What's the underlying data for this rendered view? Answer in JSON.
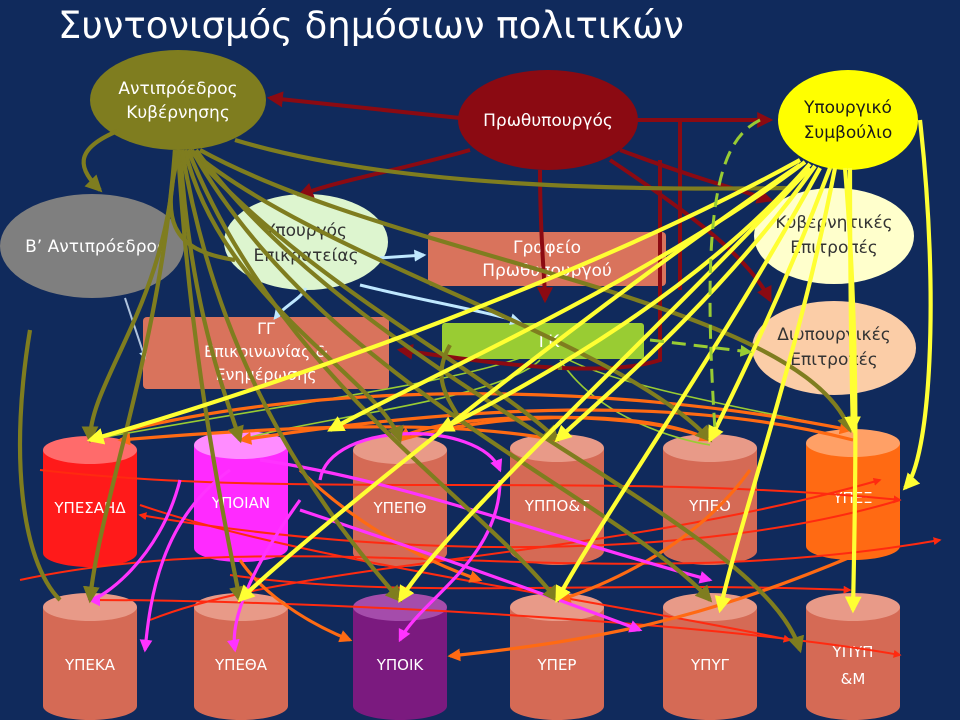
{
  "title": "Συντονισμός δημόσιων πολιτικών",
  "nodes": {
    "vice_pm": [
      "Αντιπρόεδρος",
      "Κυβέρνησης"
    ],
    "pm": [
      "Πρωθυπουργός"
    ],
    "cabinet": [
      "Υπουργικό",
      "Συμβούλιο"
    ],
    "b_vice": [
      "Β’ Αντιπρόεδρος"
    ],
    "min_state": [
      "Υπουργός",
      "Επικρατείας"
    ],
    "pm_office": [
      "Γραφείο",
      "Πρωθυπουργού"
    ],
    "gov_committees": [
      "Κυβερνητικές",
      "Επιτροπές"
    ],
    "gg": [
      "ΓΓ",
      "Επικοινωνίας &",
      "Ενημέρωσης"
    ],
    "gk": [
      "ΓΚ"
    ],
    "inter_committees": [
      "Διυπουργικές",
      "Επιτροπές"
    ]
  },
  "ministries_top": [
    {
      "label": "ΥΠΕΣΑΗΔ"
    },
    {
      "label": "ΥΠΟΙΑΝ"
    },
    {
      "label": "ΥΠΕΠΘ"
    },
    {
      "label": "ΥΠΠΟ&Τ"
    },
    {
      "label": "ΥΠΕΟ"
    },
    {
      "label": "ΥΠΕΞ"
    }
  ],
  "ministries_bottom": [
    {
      "label": "ΥΠΕΚΑ"
    },
    {
      "label": "ΥΠΕΘΑ"
    },
    {
      "label": "ΥΠΟΙΚ"
    },
    {
      "label": "ΥΠΕΡ"
    },
    {
      "label": "ΥΠΥΓ"
    },
    {
      "label": "ΥΠΥΠ &Μ"
    }
  ],
  "colors": {
    "background": "#102a5c",
    "olive": "#7f7d1f",
    "darkred": "#8b0a12",
    "yellow": "#ffff33",
    "orange": "#ff6a13",
    "magenta": "#ff33ff",
    "salmon": "#e0705a"
  }
}
